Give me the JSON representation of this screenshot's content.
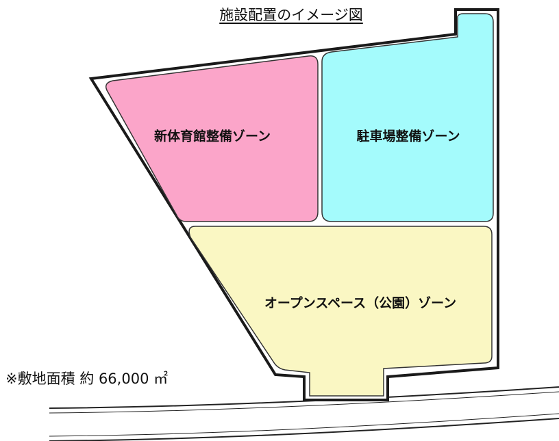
{
  "title": "施設配置のイメージ図",
  "zones": [
    {
      "label": "新体育館整備ゾーン",
      "color": "#FBA5C9"
    },
    {
      "label": "駐車場整備ゾーン",
      "color": "#A4FBFC"
    },
    {
      "label": "オープンスペース（公園）ゾーン",
      "color": "#FAF7C3"
    }
  ],
  "area_note": "※敷地面積  約 66,000 ㎡"
}
